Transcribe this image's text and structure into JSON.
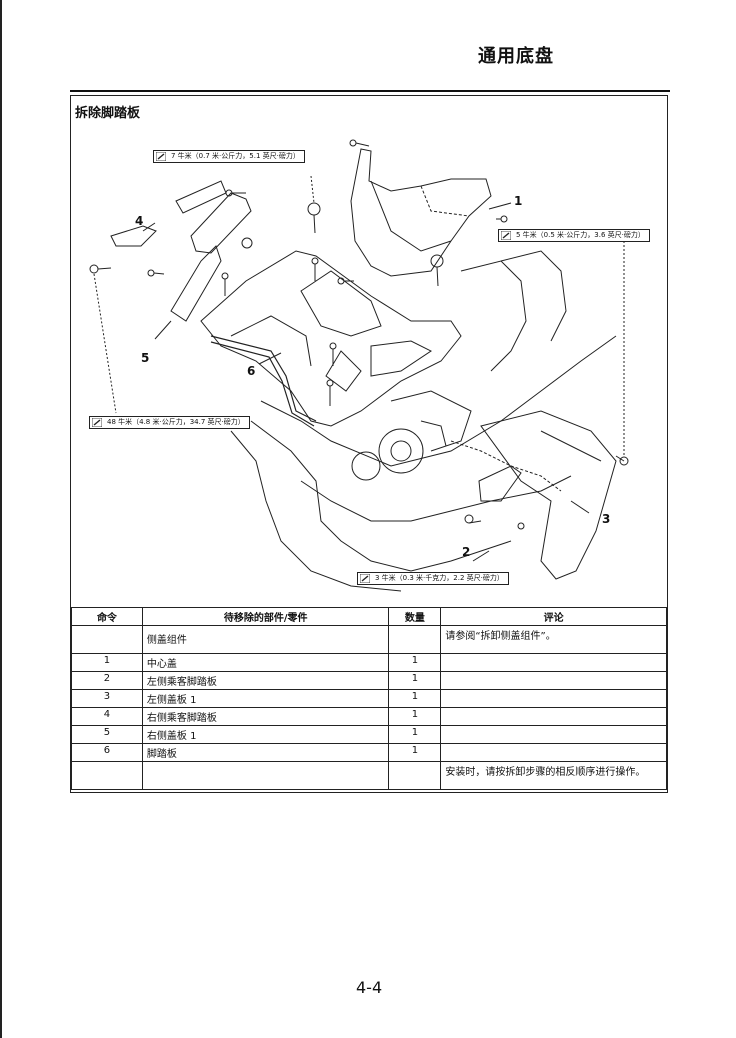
{
  "chapter_title": "通用底盘",
  "section_title": "拆除脚踏板",
  "torques": [
    {
      "text": "7 牛米（0.7 米·公斤力，5.1 英尺·磅力）"
    },
    {
      "text": "5 牛米（0.5 米·公斤力，3.6 英尺·磅力）"
    },
    {
      "text": "48 牛米（4.8 米·公斤力，34.7 英尺·磅力）"
    },
    {
      "text": "3 牛米（0.3 米·千克力，2.2 英尺·磅力）"
    }
  ],
  "callouts": [
    "1",
    "2",
    "3",
    "4",
    "5",
    "6"
  ],
  "table": {
    "headers": [
      "命令",
      "待移除的部件/零件",
      "数量",
      "评论"
    ],
    "rows": [
      {
        "order": "",
        "part": "侧盖组件",
        "qty": "",
        "note": "请参阅“拆卸侧盖组件”。"
      },
      {
        "order": "1",
        "part": "中心盖",
        "qty": "1",
        "note": ""
      },
      {
        "order": "2",
        "part": "左侧乘客脚踏板",
        "qty": "1",
        "note": ""
      },
      {
        "order": "3",
        "part": "左侧盖板 1",
        "qty": "1",
        "note": ""
      },
      {
        "order": "4",
        "part": "右侧乘客脚踏板",
        "qty": "1",
        "note": ""
      },
      {
        "order": "5",
        "part": "右侧盖板 1",
        "qty": "1",
        "note": ""
      },
      {
        "order": "6",
        "part": "脚踏板",
        "qty": "1",
        "note": ""
      },
      {
        "order": "",
        "part": "",
        "qty": "",
        "note": "安装时，请按拆卸步骤的相反顺序进行操作。"
      }
    ]
  },
  "page_number": "4-4"
}
